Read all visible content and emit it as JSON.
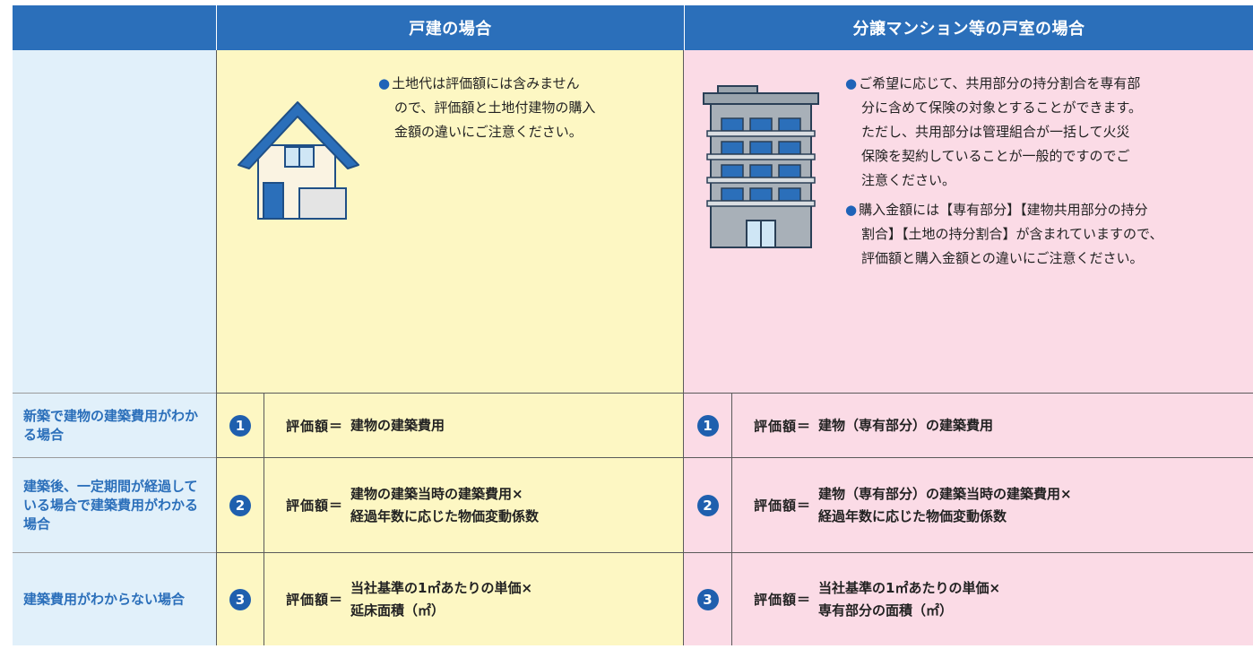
{
  "header": {
    "col_detached": "戸建の場合",
    "col_condo": "分譲マンション等の戸室の場合"
  },
  "notes": {
    "detached": [
      "土地代は評価額には含みません",
      "ので、評価額と土地付建物の購入",
      "金額の違いにご注意ください。"
    ],
    "condo_1": [
      "ご希望に応じて、共用部分の持分割合を専有部",
      "分に含めて保険の対象とすることができます。",
      "ただし、共用部分は管理組合が一括して火災",
      "保険を契約していることが一般的ですのでご",
      "注意ください。"
    ],
    "condo_2": [
      "購入金額には【専有部分】【建物共用部分の持分",
      "割合】【土地の持分割合】が含まれていますので、",
      "評価額と購入金額との違いにご注意ください。"
    ],
    "bullet": "●"
  },
  "rows": [
    {
      "label": "新築で建物の建築費用がわかる場合",
      "num": "1",
      "lhs": "評価額＝",
      "detached": [
        "建物の建築費用"
      ],
      "condo": [
        "建物（専有部分）の建築費用"
      ]
    },
    {
      "label": "建築後、一定期間が経過している場合で建築費用がわかる場合",
      "num": "2",
      "lhs": "評価額＝",
      "detached": [
        "建物の建築当時の建築費用×",
        "経過年数に応じた物価変動係数"
      ],
      "condo": [
        "建物（専有部分）の建築当時の建築費用×",
        "経過年数に応じた物価変動係数"
      ]
    },
    {
      "label": "建築費用がわからない場合",
      "num": "3",
      "lhs": "評価額＝",
      "detached": [
        "当社基準の1㎡あたりの単価×",
        "延床面積（㎡）"
      ],
      "condo": [
        "当社基準の1㎡あたりの単価×",
        "専有部分の面積（㎡）"
      ]
    }
  ],
  "icons": [
    "house-icon",
    "condo-building-icon"
  ],
  "colors": {
    "header": "#2b6fba",
    "side": "#e1f0fa",
    "detached_bg": "#fdf7c3",
    "condo_bg": "#fbdbe6",
    "number_badge": "#1f5fae"
  }
}
